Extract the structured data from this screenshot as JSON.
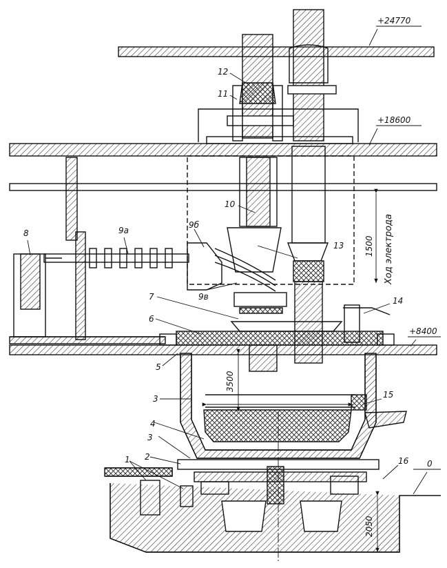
{
  "colors": {
    "ink": "#111111",
    "hatch": "#222222",
    "background": "#ffffff"
  },
  "labels": {
    "n1": "1",
    "n2": "2",
    "n3a": "3",
    "n3b": "3",
    "n4": "4",
    "n5": "5",
    "n6": "6",
    "n7": "7",
    "n8": "8",
    "n9a": "9а",
    "n9b": "9б",
    "n9v": "9в",
    "n10": "10",
    "n11": "11",
    "n12": "12",
    "n13": "13",
    "n14": "14",
    "n15": "15",
    "n16": "16"
  },
  "elevations": {
    "top": "+24770",
    "upper_floor": "+18600",
    "work_floor": "+8400",
    "ground": "0"
  },
  "dimensions": {
    "electrode_stroke": "1500",
    "electrode_stroke_label": "Ход электрода",
    "shell_height": "3500",
    "pit_depth": "2050"
  }
}
